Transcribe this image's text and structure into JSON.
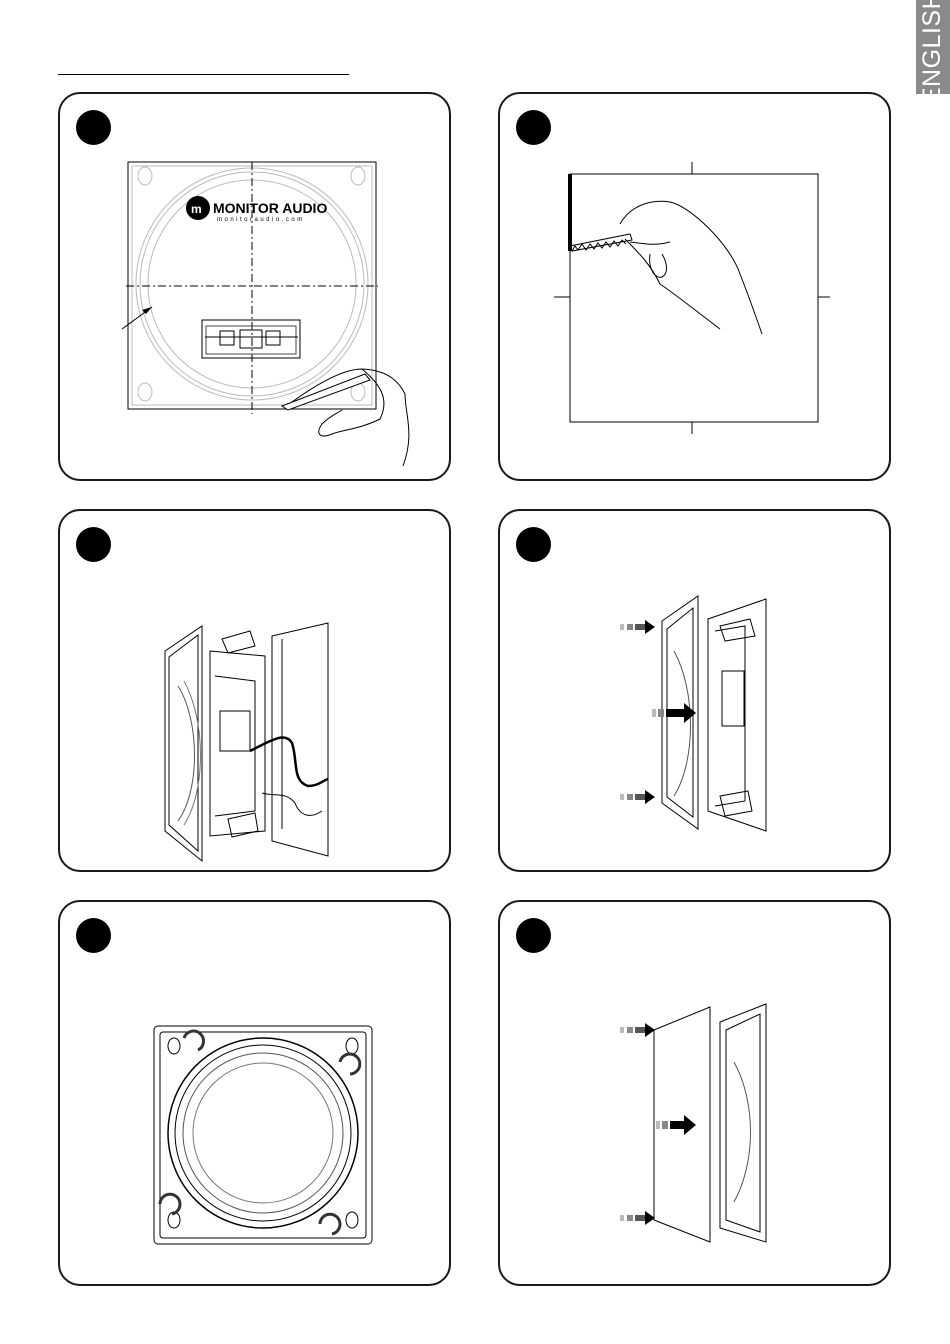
{
  "page": {
    "language_tab": "ENGLISH"
  },
  "steps": [
    {
      "illustration": "mark-cutout-template",
      "logo_brand": "MONITOR AUDIO",
      "logo_url": "monitoraudio.com"
    },
    {
      "illustration": "saw-cut-opening"
    },
    {
      "illustration": "connect-speaker-cable"
    },
    {
      "illustration": "insert-speaker-into-wall"
    },
    {
      "illustration": "tighten-clamp-screws"
    },
    {
      "illustration": "attach-grille"
    }
  ],
  "colors": {
    "ink": "#000000",
    "tab": "#8a8a8a",
    "panel_border": "#1a1a1a"
  }
}
